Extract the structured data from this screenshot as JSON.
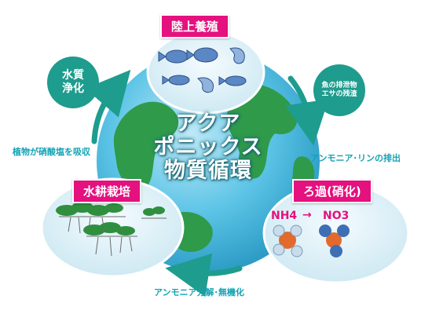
{
  "diagram": {
    "title_lines": [
      "アクア",
      "ポニックス",
      "物質循環"
    ],
    "stages": {
      "aquaculture": "陸上養殖",
      "filtration": "ろ過(硝化)",
      "hydroponics": "水耕栽培"
    },
    "bubbles": {
      "water_purification": [
        "水質",
        "浄化"
      ],
      "fish_waste": [
        "魚の排泄物",
        "エサの残渣"
      ]
    },
    "flow_labels": {
      "excretion": "アンモニア･リンの排出",
      "mineralization": "アンモニア分解･無機化",
      "absorption": "植物が硝酸塩を吸収"
    },
    "chemistry": {
      "from": "NH4",
      "arrow": "→",
      "to": "NO3"
    },
    "colors": {
      "accent_pink": "#e4117f",
      "teal": "#1e9c8e",
      "teal_text": "#13a3b4",
      "globe_water": "#5cc4e6",
      "land_green": "#2f9a4a"
    },
    "icons": [
      "fish-icon",
      "shrimp-icon",
      "ammonium-molecule-icon",
      "nitrate-molecule-icon",
      "plant-icon",
      "cycle-arrow-icon"
    ]
  }
}
